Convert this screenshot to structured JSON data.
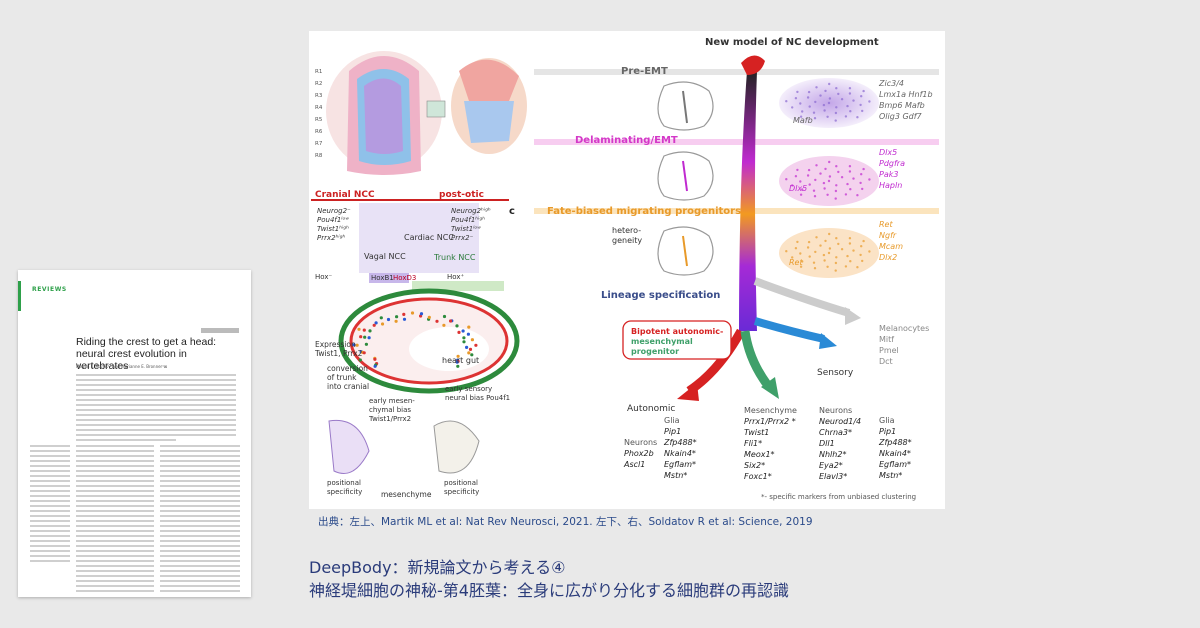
{
  "paper": {
    "section": "REVIEWS",
    "title": "Riding the crest to get a head: neural crest evolution in vertebrates",
    "authors": "Megan L. Martik¹² and Marianne E. Bronner¹⊠"
  },
  "figure": {
    "main_title": "New model of NC development",
    "stages": {
      "pre_emt": "Pre-EMT",
      "delaminating": "Delaminating/EMT",
      "fate_biased": "Fate-biased migrating progenitors",
      "lineage": "Lineage specification",
      "heterogeneity": "hetero-\ngeneity"
    },
    "gene_groups": {
      "pre_emt_left": "Mafb",
      "pre_emt_right": [
        "Zic3/4",
        "Lmx1a Hnf1b",
        "Bmp6  Mafb",
        "Olig3  Gdf7"
      ],
      "delam_left": "Dlx5",
      "delam_right": [
        "Dlx5",
        "Pdgfra",
        "Pak3",
        "Hapln"
      ],
      "migr_left": "Ret",
      "migr_right": [
        "Ret",
        "Ngfr",
        "Mcam",
        "Dlx2"
      ]
    },
    "bipotent": [
      "Bipotent autonomic-",
      "mesenchymal",
      "progenitor"
    ],
    "melanocytes": [
      "Melanocytes",
      "Mitf",
      "Pmel",
      "Dct"
    ],
    "sensory": "Sensory",
    "autonomic": "Autonomic",
    "columns": {
      "neurons_auto": [
        "Neurons",
        "Phox2b",
        "Ascl1"
      ],
      "glia_auto": [
        "Glia",
        "Pip1",
        "Zfp488*",
        "Nkain4*",
        "Egflam*",
        "Mstn*"
      ],
      "mesenchyme": [
        "Mesenchyme",
        "Prrx1/Prrx2 *",
        "Twist1",
        "Fli1*",
        "Meox1*",
        "Six2*",
        "Foxc1*"
      ],
      "neurons_sens": [
        "Neurons",
        "Neurod1/4",
        "Chrna3*",
        "Dll1",
        "Nhlh2*",
        "Eya2*",
        "Elavl3*"
      ],
      "glia_sens": [
        "Glia",
        "Pip1",
        "Zfp488*",
        "Nkain4*",
        "Egflam*",
        "Mstn*"
      ]
    },
    "footnote": "*- specific markers from unbiased clustering",
    "left_panel": {
      "cranial": "Cranial NCC",
      "post_otic": "post-otic",
      "cardiac": "Cardiac NCC",
      "vagal": "Vagal NCC",
      "trunk": "Trunk NCC",
      "panel_letter": "c",
      "left_genes": [
        "Neurog2⁻",
        "Pou4f1ˡᵒʷ",
        "Twist1ʰⁱᵍʰ",
        "Prrx2ʰⁱᵍʰ"
      ],
      "right_genes": [
        "Neurog2ʰⁱᵍʰ",
        "Pou4f1ʰⁱᵍʰ",
        "Twist1ˡᵒʷ",
        "Prrx2⁻"
      ],
      "hox_minus": "Hox⁻",
      "hoxb1": "HoxB1",
      "hoxd3": "HoxD3",
      "hox_plus": "Hox⁺",
      "expression": [
        "Expression",
        "Twist1, Prrx2"
      ],
      "conversion": [
        "conversion",
        "of trunk",
        "into cranial"
      ],
      "heart_gut": "heart  gut",
      "early_mes": [
        "early mesen-",
        "chymal bias",
        "Twist1/Prrx2"
      ],
      "early_sens": [
        "early sensory",
        "neural bias Pou4f1"
      ],
      "positional1": [
        "positional",
        "specificity"
      ],
      "mesenchyme": "mesenchyme",
      "positional2": [
        "positional",
        "specificity"
      ],
      "r_labels": [
        "R1",
        "R2",
        "R3",
        "R4",
        "R5",
        "R6",
        "R7",
        "R8"
      ]
    }
  },
  "caption": "出典：左上、Martik ML et al: Nat Rev Neurosci, 2021. 左下、右、Soldatov R et al: Science, 2019",
  "title_line1": "DeepBody：新規論文から考える④",
  "title_line2": "神経堤細胞の神秘-第4胚葉：全身に広がり分化する細胞群の再認識",
  "colors": {
    "accent_blue": "#2a3b7a",
    "magenta": "#d438c8",
    "orange": "#e89a2a",
    "green_bar": "#2ea04a"
  }
}
